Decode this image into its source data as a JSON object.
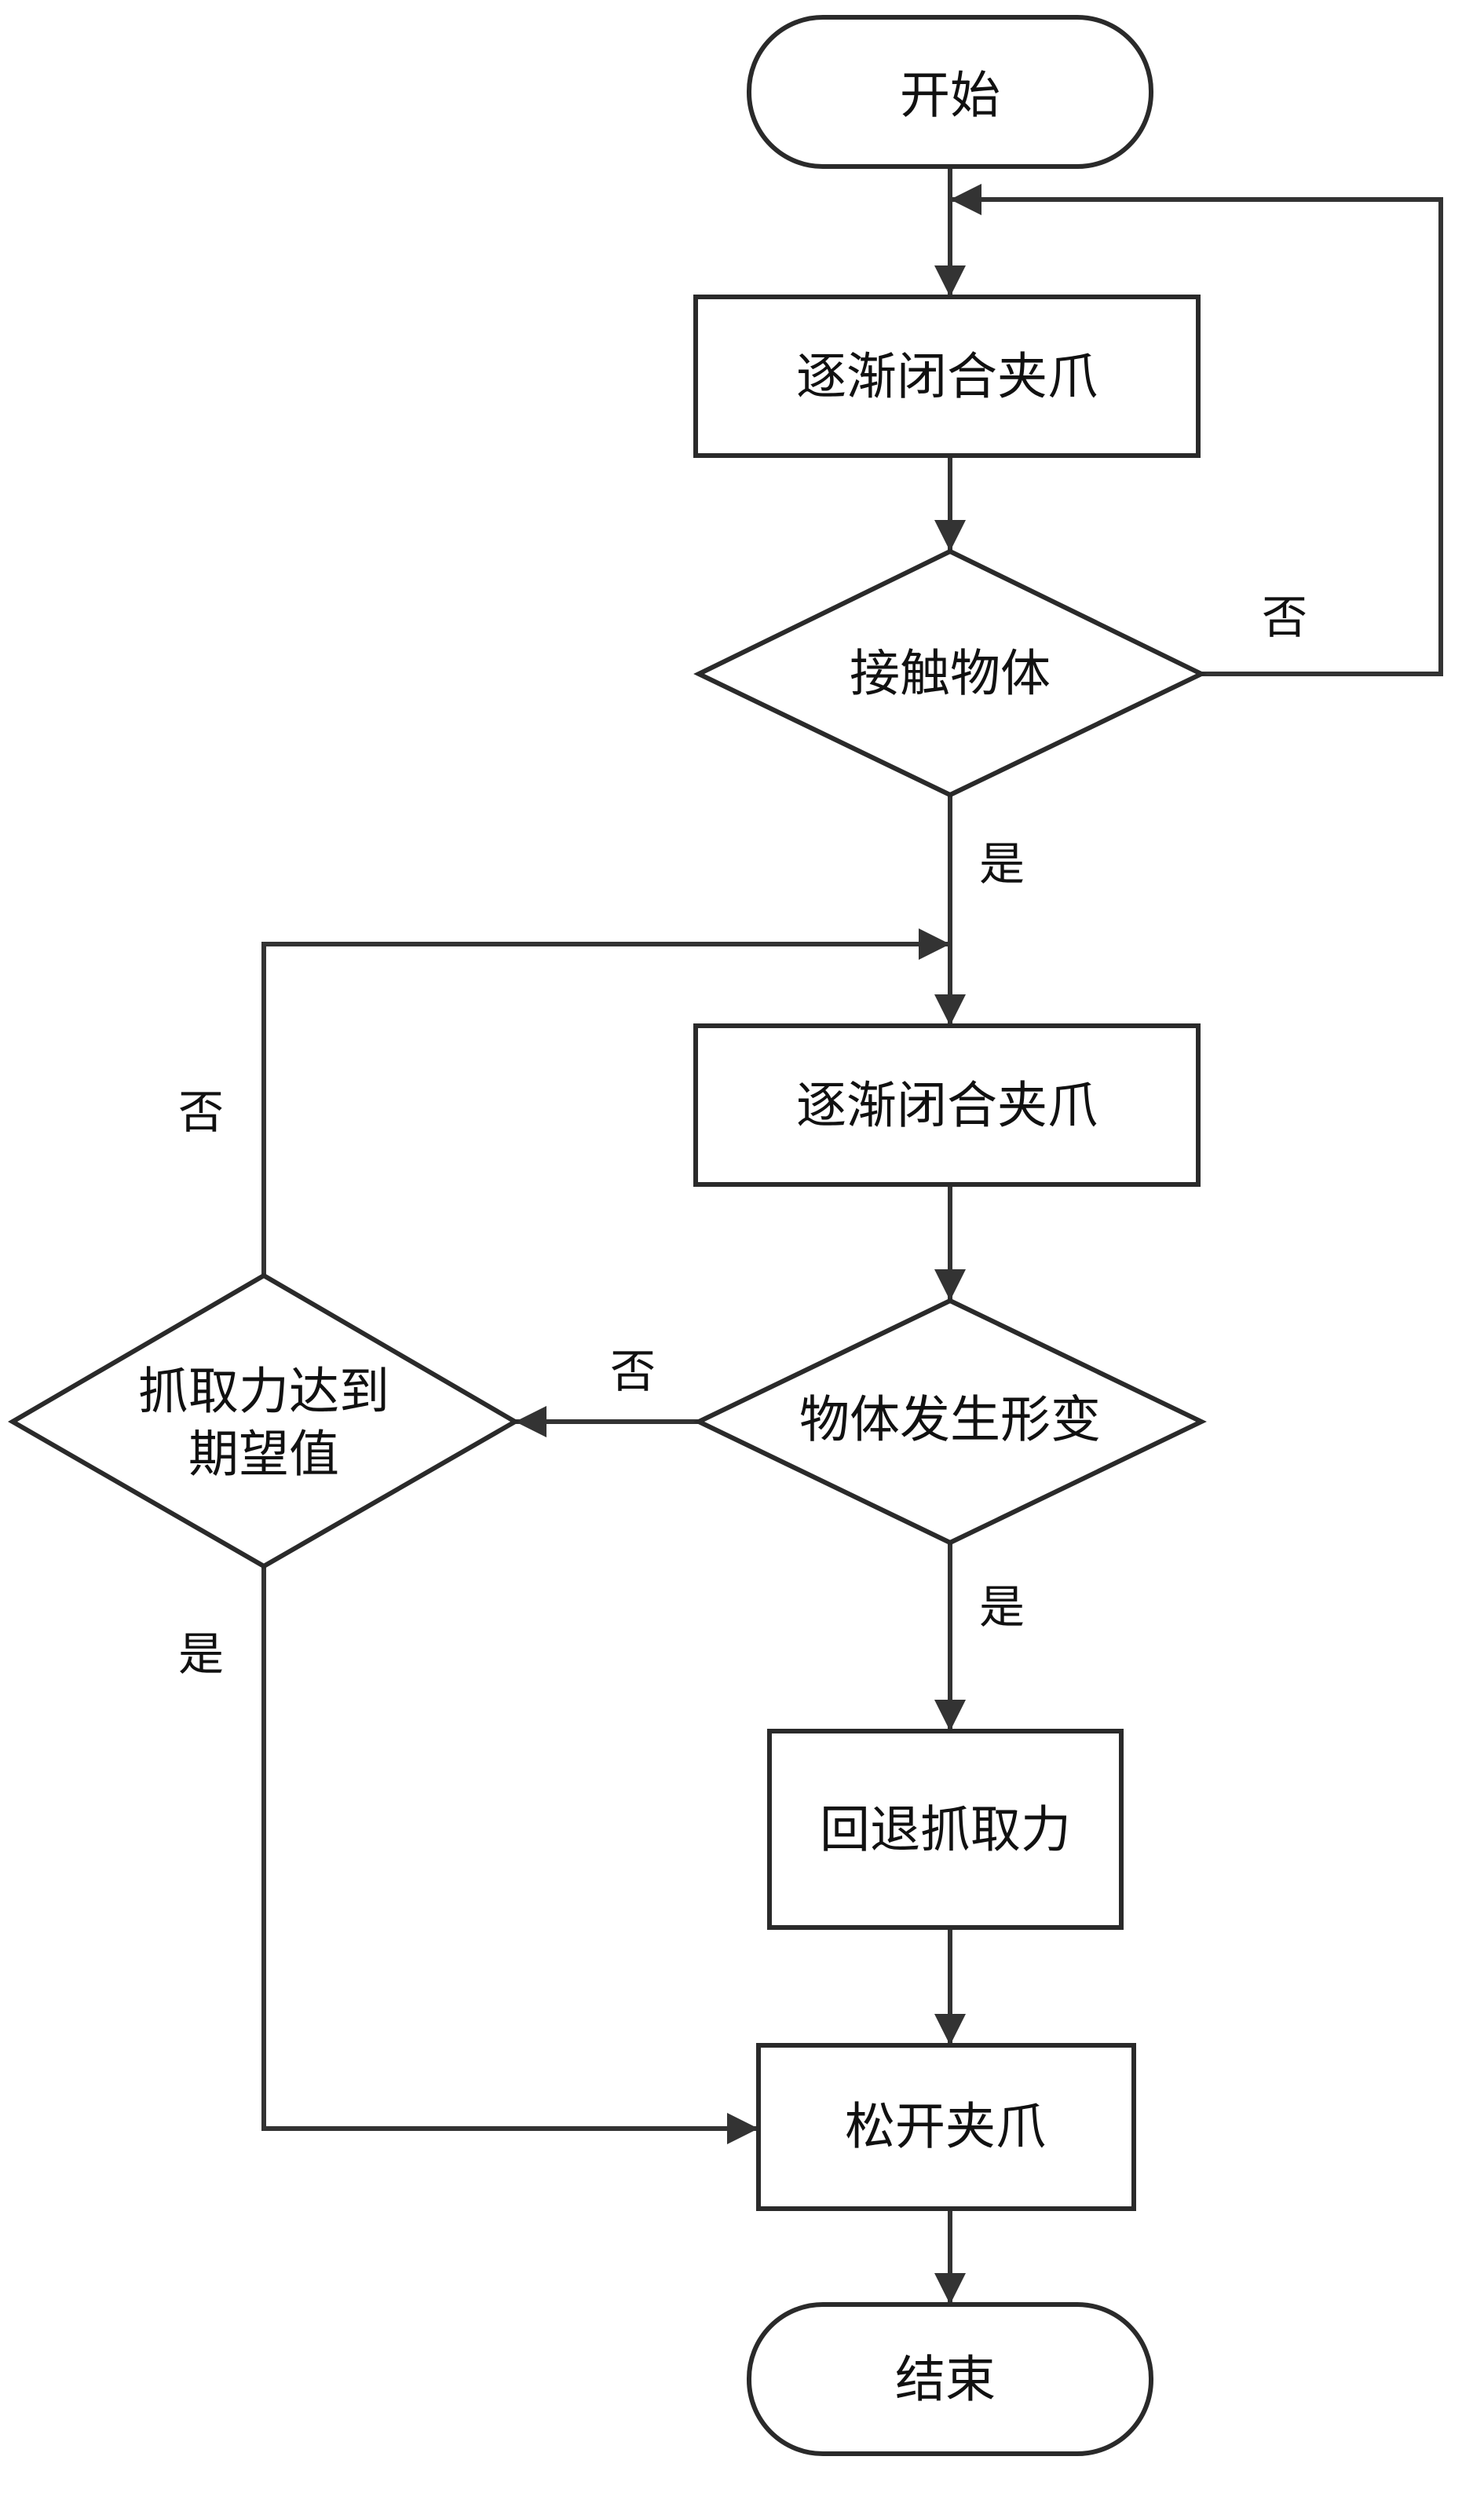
{
  "nodes": {
    "start": "开始",
    "close1": "逐渐闭合夹爪",
    "contact": "接触物体",
    "close2": "逐渐闭合夹爪",
    "deform": "物体发生形变",
    "force_line1": "抓取力达到",
    "force_line2": "期望值",
    "retreat": "回退抓取力",
    "release": "松开夹爪",
    "end": "结束"
  },
  "edges": {
    "contact_no": "否",
    "contact_yes": "是",
    "deform_no": "否",
    "deform_yes": "是",
    "force_no": "否",
    "force_yes": "是"
  },
  "colors": {
    "stroke": "#2a2a2a",
    "text": "#111111",
    "background": "#ffffff"
  }
}
